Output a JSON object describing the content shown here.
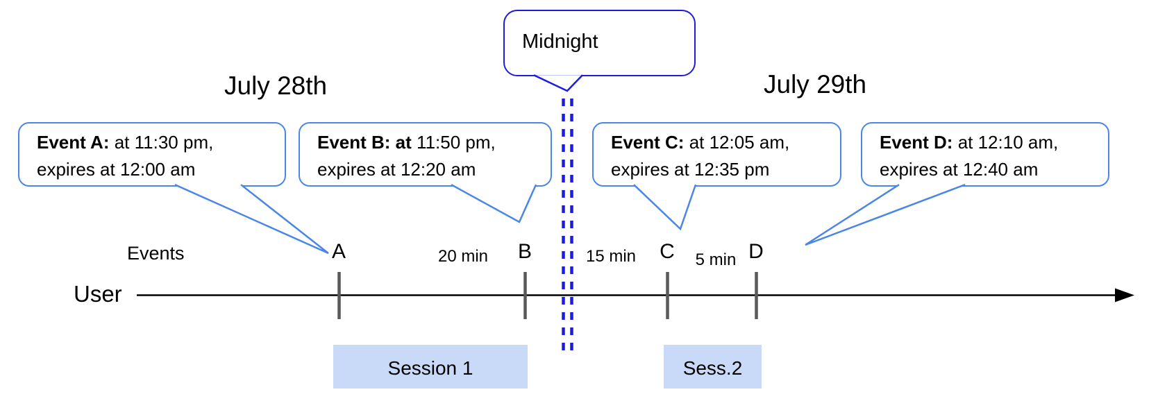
{
  "headings": {
    "left_date": "July 28th",
    "right_date": "July 29th"
  },
  "midnight": {
    "label": "Midnight"
  },
  "axis": {
    "events_label": "Events",
    "user_label": "User"
  },
  "events": [
    {
      "id": "A",
      "bold": "Event A:",
      "line1_rest": " at 11:30 pm,",
      "line2": "expires at 12:00 am"
    },
    {
      "id": "B",
      "bold": "Event B: at",
      "line1_rest": " 11:50 pm,",
      "line2": "expires at 12:20 am"
    },
    {
      "id": "C",
      "bold": "Event C:",
      "line1_rest": " at 12:05 am,",
      "line2": "expires at 12:35 pm"
    },
    {
      "id": "D",
      "bold": "Event D:",
      "line1_rest": "  at 12:10 am,",
      "line2": "expires at 12:40 am"
    }
  ],
  "gaps": [
    {
      "label": "20 min"
    },
    {
      "label": "15 min"
    },
    {
      "label": "5 min"
    }
  ],
  "sessions": [
    {
      "label": "Session 1"
    },
    {
      "label": "Sess.2"
    }
  ],
  "colors": {
    "callout_blue": "#4a86e8",
    "midnight_blue": "#1c1ce0",
    "tick_gray": "#595959",
    "axis_black": "#000000",
    "session_fill": "#c9daf8",
    "text_black": "#000000"
  }
}
